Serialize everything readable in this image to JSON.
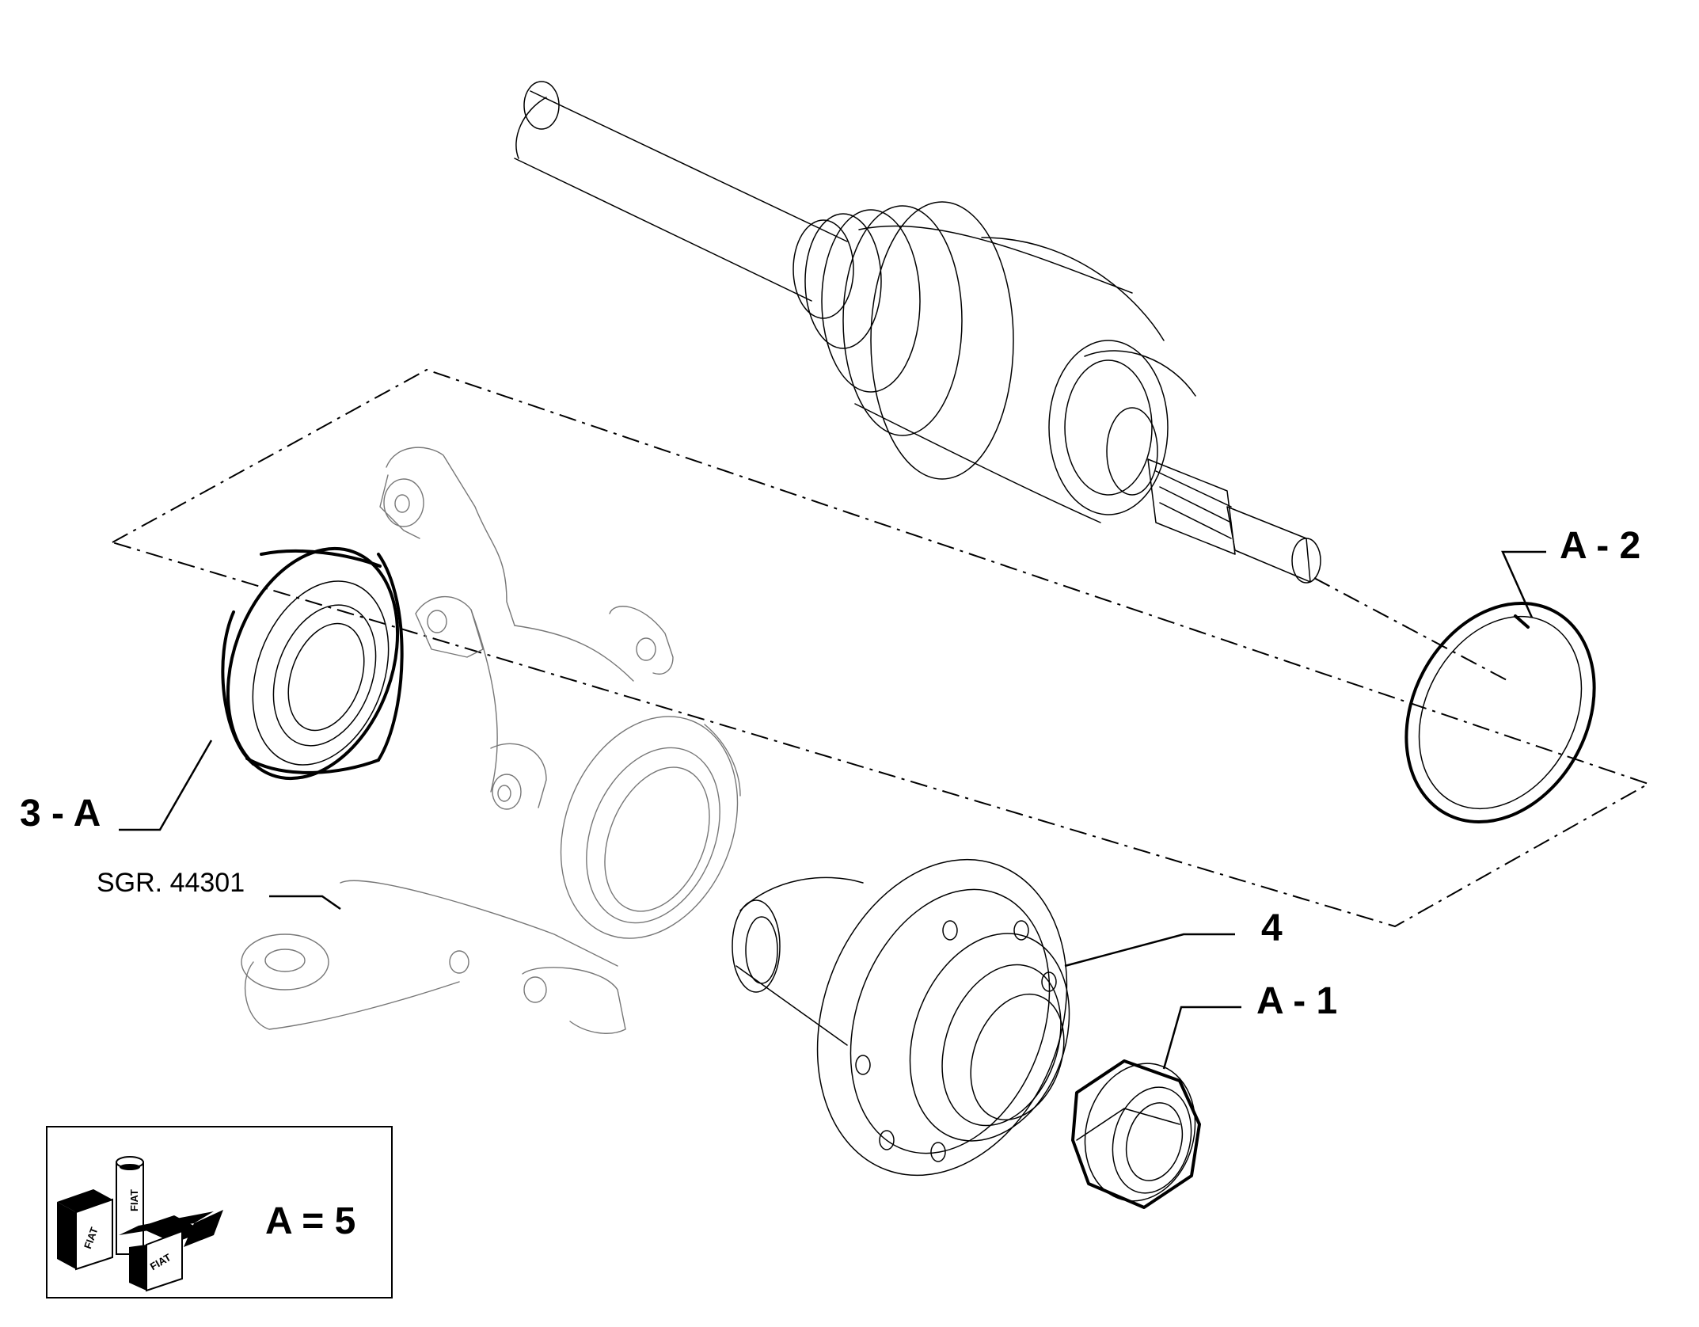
{
  "callouts": {
    "a2": "A - 2",
    "a3": "3 - A",
    "part_sgr": "SGR. 44301",
    "part4": "4",
    "a1": "A - 1"
  },
  "legend": {
    "equation": "A = 5",
    "logo_text": "FIAT"
  },
  "parts": [
    {
      "name": "drive-shaft"
    },
    {
      "name": "snap-ring"
    },
    {
      "name": "wheel-bearing"
    },
    {
      "name": "steering-knuckle"
    },
    {
      "name": "wheel-hub"
    },
    {
      "name": "hub-nut"
    }
  ]
}
